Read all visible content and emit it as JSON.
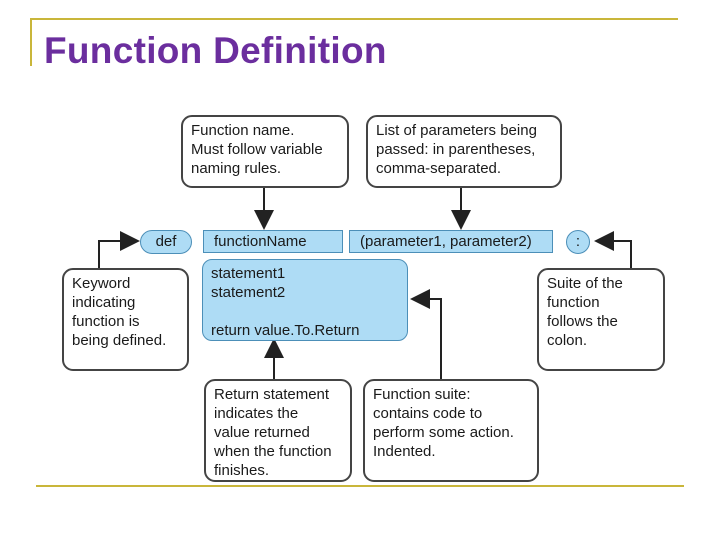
{
  "slide": {
    "title": "Function Definition"
  },
  "diagram": {
    "code": {
      "keyword": "def",
      "function_name": "functionName",
      "parameters": "(parameter1, parameter2)",
      "colon": ":",
      "suite": "statement1\nstatement2\n\nreturn  value.To.Return"
    },
    "callouts": {
      "function_name": "Function name.\nMust follow variable\nnaming rules.",
      "parameters": "List of parameters being\npassed: in parentheses,\ncomma-separated.",
      "keyword": "Keyword\nindicating\nfunction is\nbeing defined.",
      "colon": "Suite of the\nfunction\nfollows the\ncolon.",
      "return": "Return statement\nindicates the\nvalue returned\nwhen the function\nfinishes.",
      "suite": "Function suite:\ncontains code to\nperform some action.\nIndented."
    }
  },
  "colors": {
    "title": "#6b2e9e",
    "code_fill": "#aedcf5",
    "decor_line": "#c9b63a"
  }
}
